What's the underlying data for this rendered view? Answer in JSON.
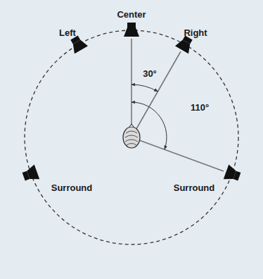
{
  "diagram": {
    "labels": [
      "Center",
      "Left",
      "Right",
      "30°",
      "110°",
      "Surround",
      "Surround"
    ]
  }
}
